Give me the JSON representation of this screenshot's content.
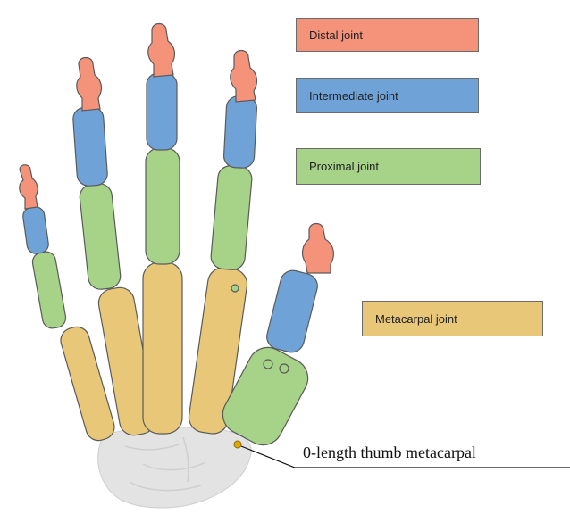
{
  "colors": {
    "distal": "#f4927a",
    "intermediate": "#6fa3d8",
    "proximal": "#a6d387",
    "metacarpal": "#e8c878",
    "carpal": "#e3e3e3",
    "outline": "#5a5a5a",
    "marker": "#e0a800"
  },
  "legend": {
    "distal": "Distal joint",
    "intermediate": "Intermediate joint",
    "proximal": "Proximal joint",
    "metacarpal": "Metacarpal joint"
  },
  "annotation": {
    "thumb": "0-length thumb metacarpal"
  },
  "icons": [
    "hand-skeleton-illustration"
  ]
}
